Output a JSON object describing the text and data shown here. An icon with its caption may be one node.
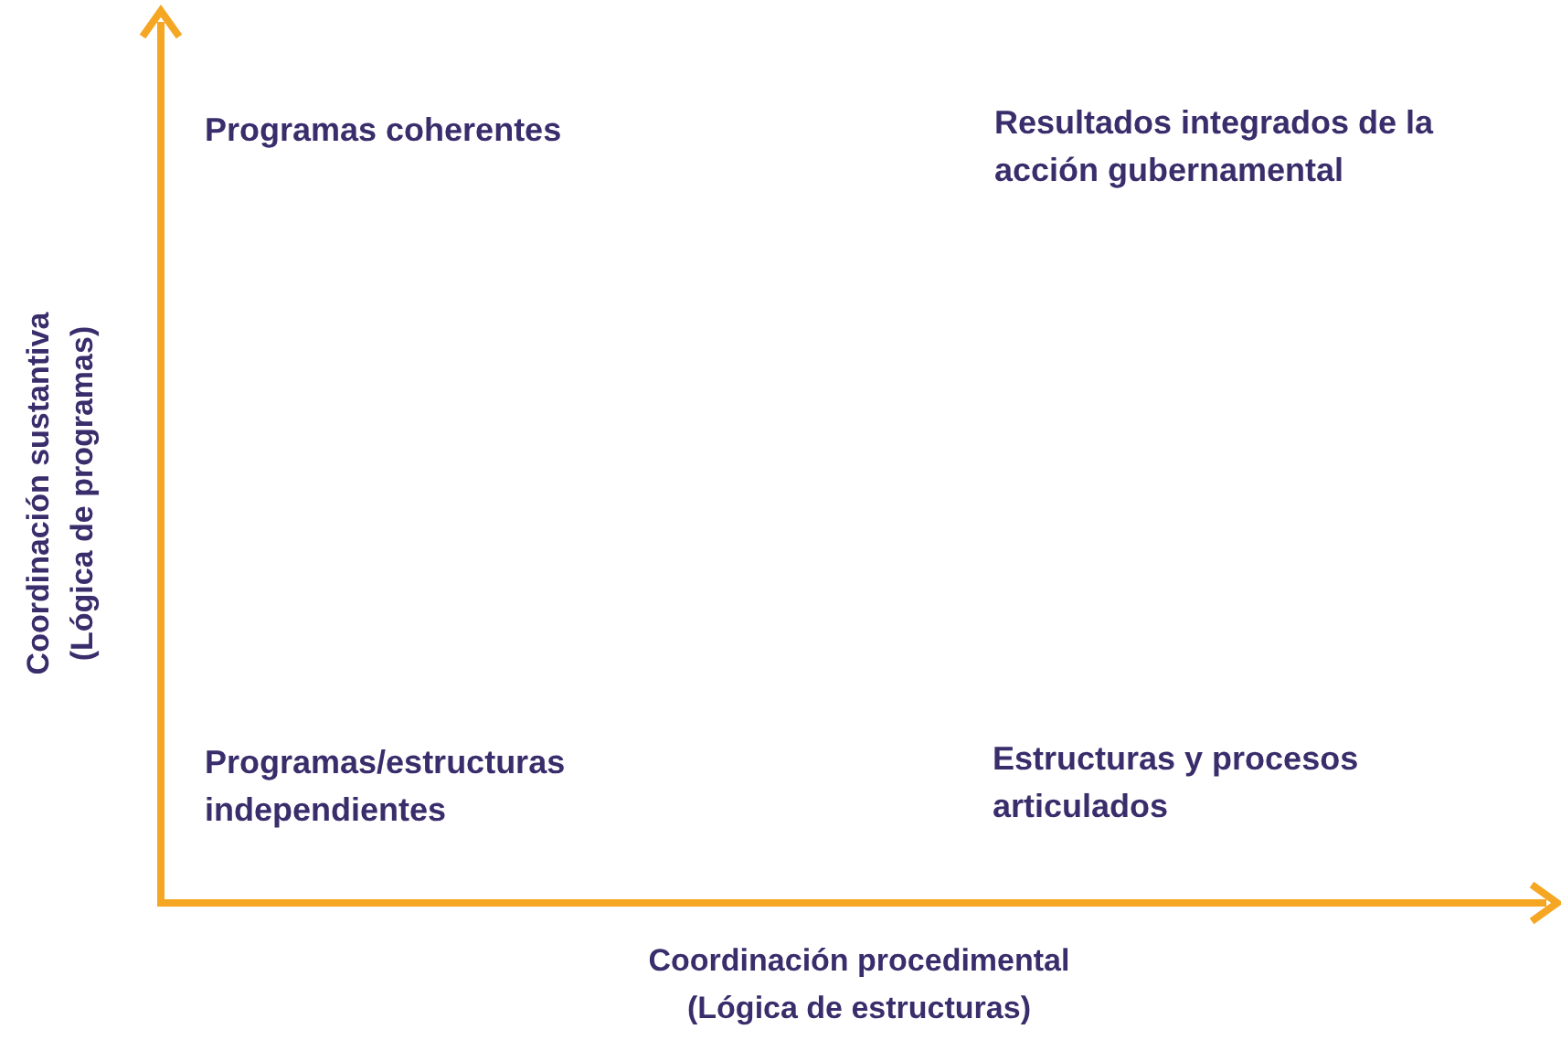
{
  "diagram": {
    "labels": [
      "Programas coherentes",
      "Resultados integrados de la acción gubernamental",
      "Coordinación sustantiva",
      "(Lógica de programas)",
      "Programas/estructuras independientes",
      "Estructuras y procesos articulados",
      "Coordinación procedimental",
      "(Lógica de estructuras)"
    ]
  }
}
